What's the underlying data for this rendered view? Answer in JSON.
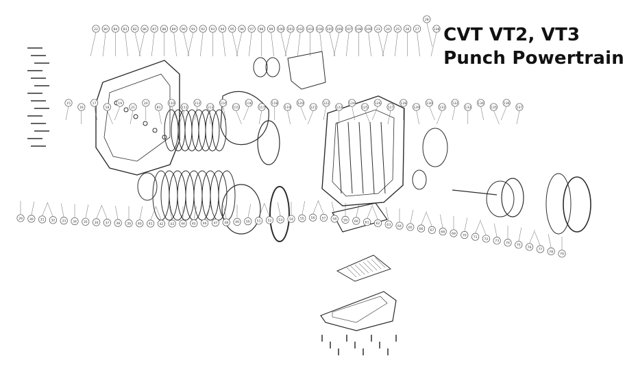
{
  "title": {
    "line1": "CVT VT2, VT3",
    "line2": "Punch Powertrain"
  },
  "colors": {
    "ink": "#2b2b2b",
    "background": "#ffffff"
  },
  "callouts": [
    "22",
    "80",
    "84",
    "83",
    "82",
    "86",
    "87",
    "88",
    "89",
    "90",
    "91",
    "92",
    "93",
    "94",
    "95",
    "96",
    "97",
    "98",
    "99",
    "100",
    "101",
    "102",
    "103",
    "104",
    "105",
    "106",
    "107",
    "108",
    "109",
    "23",
    "24",
    "25",
    "26",
    "27",
    "28",
    "138",
    "15",
    "16",
    "17",
    "18",
    "19",
    "21",
    "20",
    "81",
    "110",
    "111",
    "112",
    "113",
    "114",
    "115",
    "116",
    "117",
    "118",
    "119",
    "120",
    "121",
    "122",
    "123",
    "124",
    "125",
    "126",
    "127",
    "128",
    "129",
    "130",
    "131",
    "132",
    "133",
    "134",
    "135",
    "136",
    "137",
    "29",
    "30",
    "31",
    "32",
    "33",
    "34",
    "35",
    "36",
    "37",
    "38",
    "39",
    "40",
    "41",
    "42",
    "43",
    "44",
    "45",
    "46",
    "47",
    "48",
    "49",
    "50",
    "51",
    "52",
    "53",
    "54",
    "55",
    "56",
    "57",
    "58",
    "59",
    "60",
    "61",
    "62",
    "63",
    "64",
    "65",
    "66",
    "67",
    "68",
    "69",
    "70",
    "71",
    "72",
    "73",
    "74",
    "75",
    "76",
    "77",
    "78",
    "79"
  ]
}
